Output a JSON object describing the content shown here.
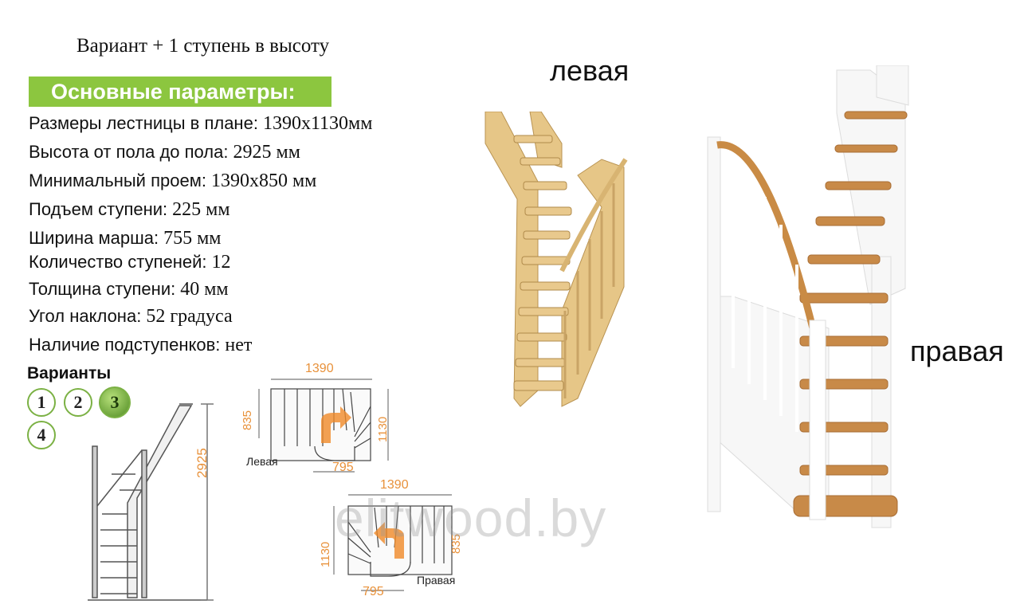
{
  "subtitle": "Вариант + 1 ступень в высоту",
  "params_title": "Основные параметры:",
  "params": [
    {
      "label": "Размеры лестницы в плане:",
      "value": "1390х1130мм"
    },
    {
      "label": "Высота от пола до пола:",
      "value": "2925 мм"
    },
    {
      "label": "Минимальный проем:",
      "value": "1390х850 мм"
    },
    {
      "label": "Подъем ступени:",
      "value": "225 мм"
    },
    {
      "label": "Ширина марша:",
      "value": "755 мм"
    },
    {
      "label": "Количество ступеней:",
      "value": "12"
    },
    {
      "label": "Толщина ступени:",
      "value": "40 мм"
    },
    {
      "label": "Угол наклона:",
      "value": "52 градуса"
    },
    {
      "label": "Наличие подступенков:",
      "value": "нет"
    }
  ],
  "variants": {
    "title": "Варианты",
    "items": [
      "1",
      "2",
      "3",
      "4"
    ],
    "active": "3"
  },
  "side_view": {
    "height_dim": "2925"
  },
  "plan_left": {
    "label": "Левая",
    "width_dim": "1390",
    "depth_dim": "1130",
    "side_dim": "835",
    "turn_dim": "795"
  },
  "plan_right": {
    "label": "Правая",
    "width_dim": "1390",
    "depth_dim": "1130",
    "side_dim": "835",
    "turn_dim": "795"
  },
  "stair_labels": {
    "left": "левая",
    "right": "правая"
  },
  "watermark": "elitwood.by",
  "colors": {
    "accent_green": "#8cc63f",
    "dim_orange": "#e8913a",
    "wood": "#e2c07e",
    "white_frame": "#f4f4f4"
  }
}
